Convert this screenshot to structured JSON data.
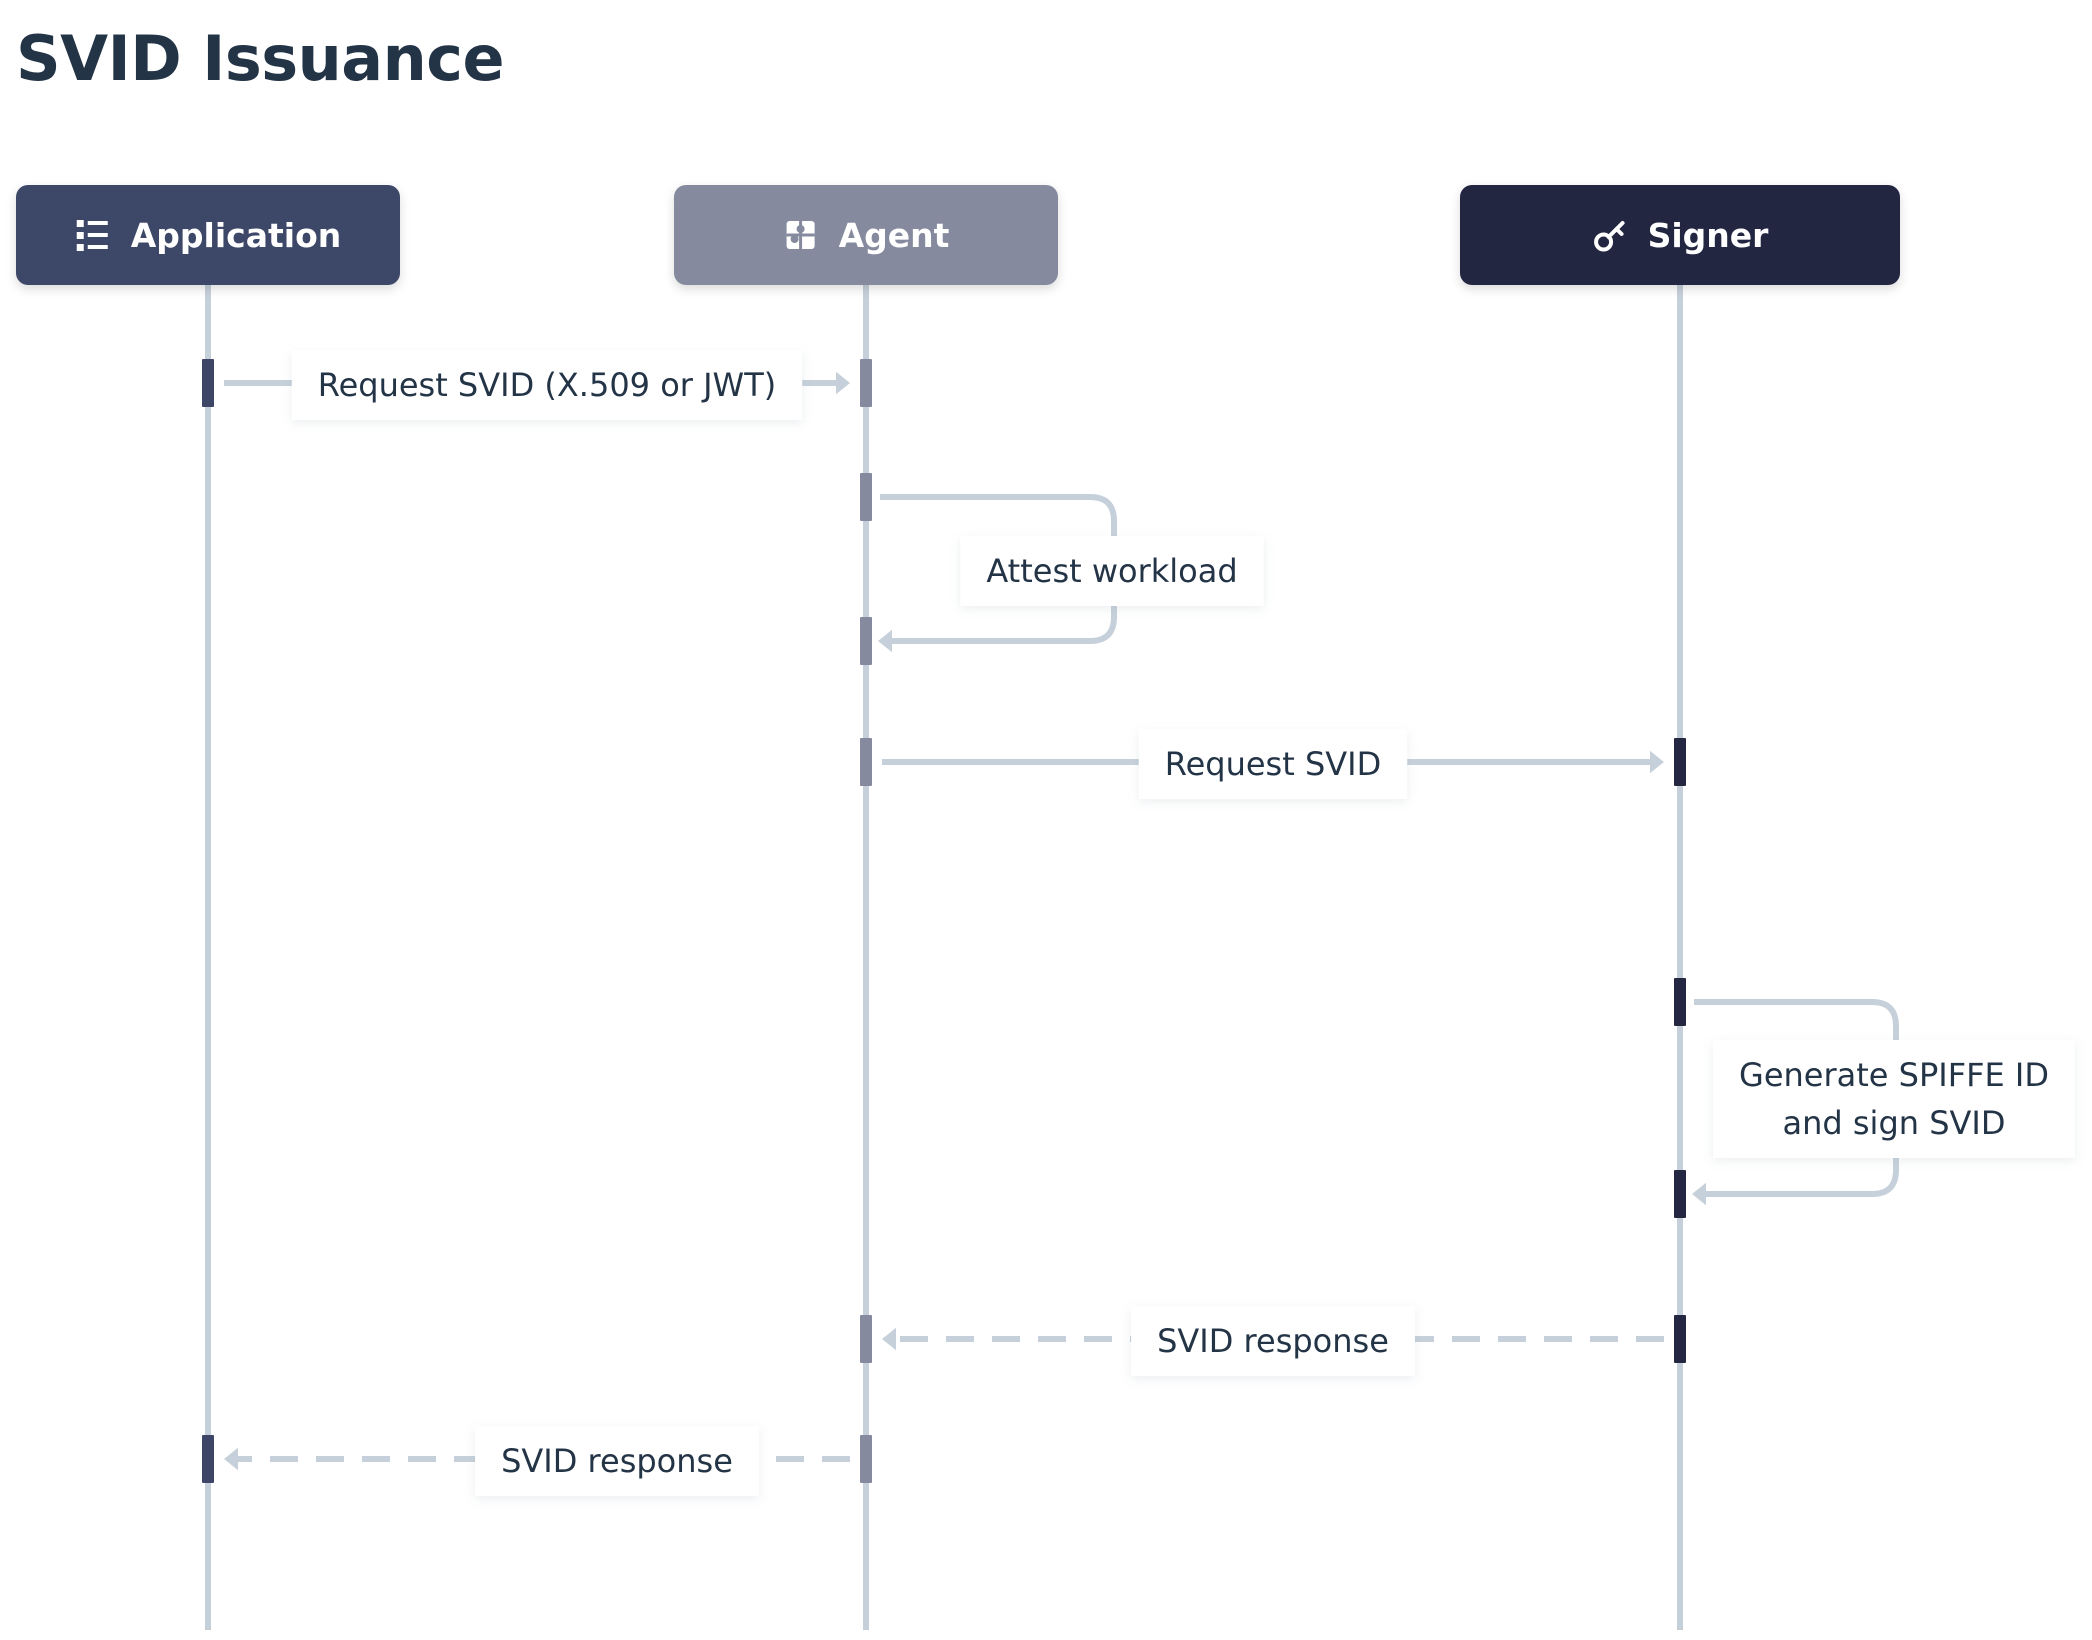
{
  "title": "SVID Issuance",
  "colors": {
    "lifeline": "#c6d0da",
    "text": "#243447",
    "application": "#3e4668",
    "agent": "#858a9e",
    "signer": "#232741"
  },
  "actors": [
    {
      "id": "application",
      "label": "Application",
      "icon": "list-icon",
      "color": "#3e4668"
    },
    {
      "id": "agent",
      "label": "Agent",
      "icon": "puzzle-icon",
      "color": "#858a9e"
    },
    {
      "id": "signer",
      "label": "Signer",
      "icon": "key-icon",
      "color": "#232741"
    }
  ],
  "messages": [
    {
      "from": "application",
      "to": "agent",
      "label": "Request SVID (X.509 or JWT)",
      "style": "solid"
    },
    {
      "from": "agent",
      "to": "agent",
      "label": "Attest workload",
      "style": "solid"
    },
    {
      "from": "agent",
      "to": "signer",
      "label": "Request SVID",
      "style": "solid"
    },
    {
      "from": "signer",
      "to": "signer",
      "label": "Generate SPIFFE ID\nand sign SVID",
      "style": "solid"
    },
    {
      "from": "signer",
      "to": "agent",
      "label": "SVID response",
      "style": "dashed"
    },
    {
      "from": "agent",
      "to": "application",
      "label": "SVID response",
      "style": "dashed"
    }
  ]
}
